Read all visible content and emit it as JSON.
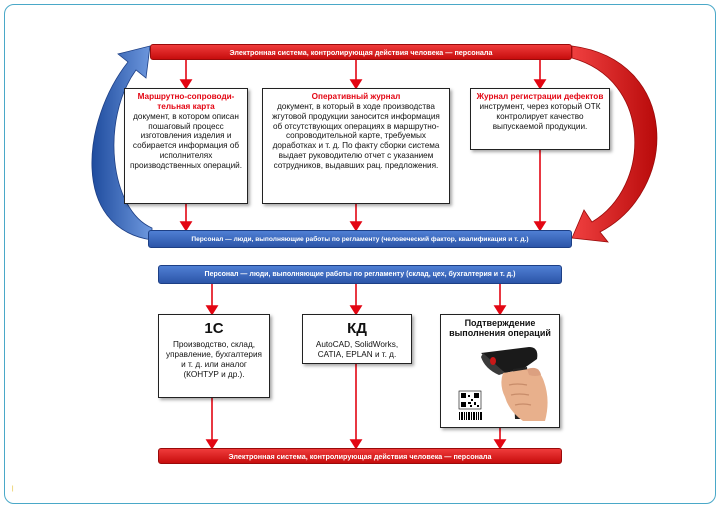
{
  "top_bar": {
    "label": "Электронная система, контролирующая действия человека — персонала"
  },
  "boxes_top": [
    {
      "title": "Маршрутно-сопроводи-тельная карта",
      "body": "документ, в котором описан пошаговый процесс изготовления изделия и собирается информация об исполнителях производственных операций."
    },
    {
      "title": "Оперативный журнал",
      "body": "документ, в который в ходе производства жгутовой продукции заносится информация об отсутствующих операциях в маршрутно-сопроводительной карте, требуемых доработках и т. д. По факту сборки система выдает руководителю отчет с указанием сотрудников, выдавших рац. предложения."
    },
    {
      "title": "Журнал регистрации дефектов",
      "body": "инструмент, через который ОТК контролирует качество выпускаемой продукции."
    }
  ],
  "blue_bar_1": {
    "label": "Персонал — люди, выполняющие работы по регламенту (человеческий фактор, квалификация и т. д.)"
  },
  "blue_bar_2": {
    "label": "Персонал — люди, выполняющие работы по регламенту (склад, цех, бухгалтерия и т. д.)"
  },
  "boxes_bottom": [
    {
      "title": "1С",
      "body": "Производство, склад, управление, бухгалтерия и т. д. или аналог (КОНТУР и др.)."
    },
    {
      "title": "КД",
      "body": "AutoCAD, SolidWorks, CATIA, EPLAN и т. д."
    },
    {
      "title": "Подтверждение выполнения операций"
    }
  ],
  "bottom_bar": {
    "label": "Электронная система, контролирующая действия человека — персонала"
  },
  "colors": {
    "red": "#e30613",
    "blue": "#2c55a8",
    "frame": "#4aa8c8"
  },
  "icons": [
    "barcode-scanner-icon",
    "qr-code-icon",
    "barcode-icon"
  ]
}
